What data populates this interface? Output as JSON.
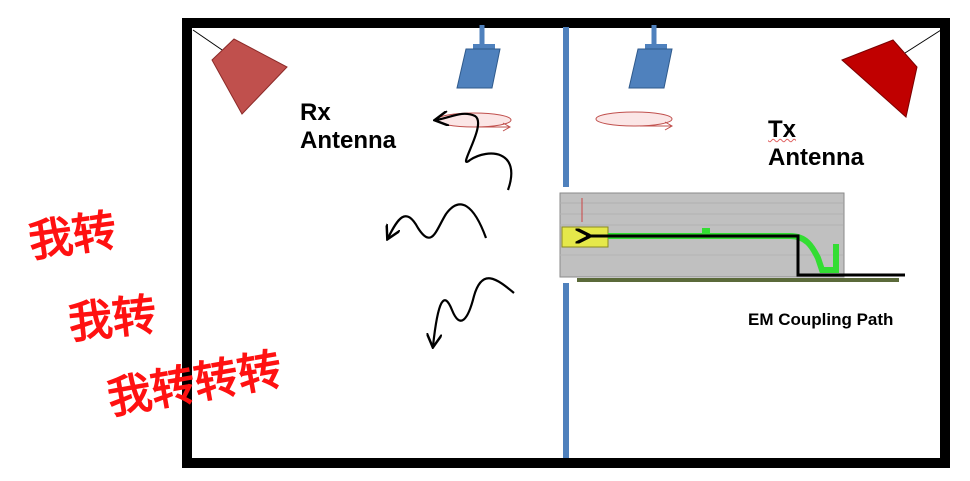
{
  "labels": {
    "rx_line1": "Rx",
    "rx_line2": "Antenna",
    "tx_line1": "Tx",
    "tx_line2": "Antenna",
    "coupling": "EM Coupling Path"
  },
  "watermark": {
    "row1": "我转",
    "row2": "我转",
    "row3": "我转转转"
  },
  "colors": {
    "frame": "#000000",
    "divider": "#4f81bd",
    "rx_horn": "#c0504d",
    "tx_horn": "#c00000",
    "probe": "#4f81bd",
    "pcb": "#c0c0c0",
    "trace": "#33dd33",
    "connector": "#e5e84a",
    "watermark": "#ff1111"
  }
}
